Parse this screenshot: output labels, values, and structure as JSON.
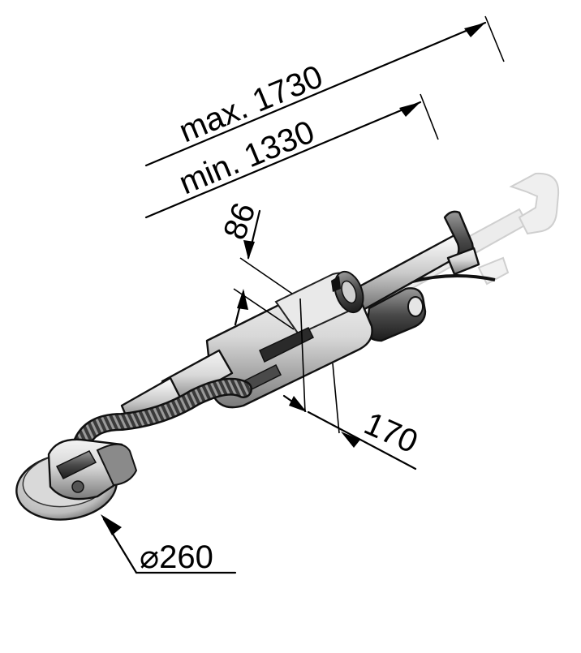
{
  "dimensions": {
    "length_max": "max. 1730",
    "length_min": "min. 1330",
    "height": "86",
    "width": "170",
    "disc_diameter": "⌀260"
  }
}
